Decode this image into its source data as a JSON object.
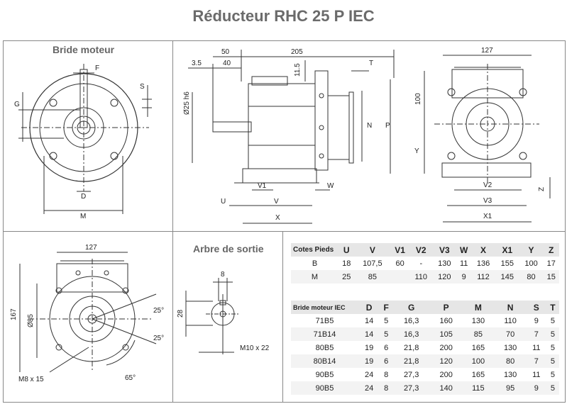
{
  "title": "Réducteur RHC 25 P  IEC",
  "labels": {
    "bride_moteur": "Bride moteur",
    "arbre_sortie": "Arbre de sortie"
  },
  "drawing_text": {
    "F": "F",
    "S": "S",
    "G": "G",
    "D": "D",
    "M": "M",
    "d50": "50",
    "d205": "205",
    "d35": "3.5",
    "d40": "40",
    "d115": "11.5",
    "T": "T",
    "d25h6": "Ø25 h6",
    "N": "N",
    "P": "P",
    "U": "U",
    "V1": "V1",
    "V": "V",
    "W": "W",
    "X": "X",
    "d127a": "127",
    "d100": "100",
    "Y": "Y",
    "Z": "Z",
    "V2": "V2",
    "V3": "V3",
    "X1": "X1",
    "d127b": "127",
    "d167": "167",
    "d85": "Ø85",
    "a25a": "25°",
    "a25b": "25°",
    "a65": "65°",
    "m8": "M8 x 15",
    "d8": "8",
    "d28": "28",
    "m10": "M10 x 22"
  },
  "feet_table": {
    "headers": [
      "Cotes Pieds",
      "U",
      "V",
      "V1",
      "V2",
      "V3",
      "W",
      "X",
      "X1",
      "Y",
      "Z"
    ],
    "rows": [
      [
        "B",
        "18",
        "107,5",
        "60",
        "-",
        "130",
        "11",
        "136",
        "155",
        "100",
        "17"
      ],
      [
        "M",
        "25",
        "85",
        "",
        "110",
        "120",
        "9",
        "112",
        "145",
        "80",
        "15"
      ]
    ]
  },
  "flange_table": {
    "headers": [
      "Bride moteur IEC",
      "D",
      "F",
      "G",
      "P",
      "M",
      "N",
      "S",
      "T"
    ],
    "rows": [
      [
        "71B5",
        "14",
        "5",
        "16,3",
        "160",
        "130",
        "110",
        "9",
        "5"
      ],
      [
        "71B14",
        "14",
        "5",
        "16,3",
        "105",
        "85",
        "70",
        "7",
        "5"
      ],
      [
        "80B5",
        "19",
        "6",
        "21,8",
        "200",
        "165",
        "130",
        "11",
        "5"
      ],
      [
        "80B14",
        "19",
        "6",
        "21,8",
        "120",
        "100",
        "80",
        "7",
        "5"
      ],
      [
        "90B5",
        "24",
        "8",
        "27,3",
        "200",
        "165",
        "130",
        "11",
        "5"
      ],
      [
        "90B5",
        "24",
        "8",
        "27,3",
        "140",
        "115",
        "95",
        "9",
        "5"
      ]
    ]
  }
}
